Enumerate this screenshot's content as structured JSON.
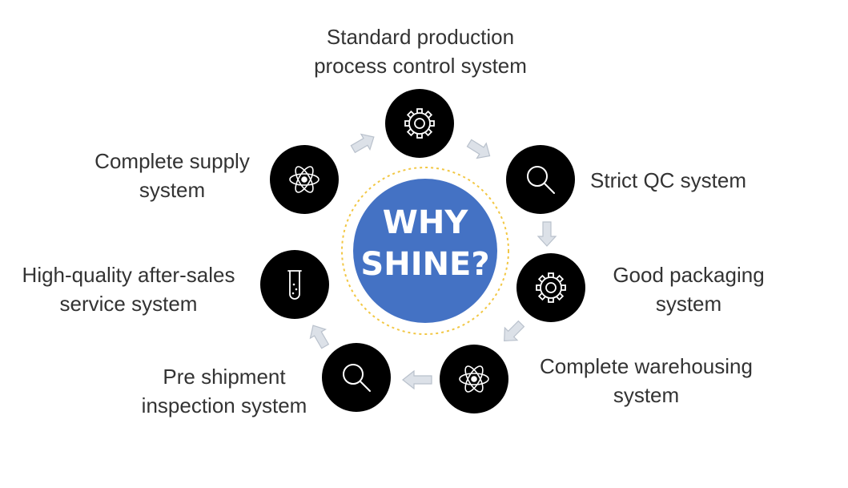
{
  "center": {
    "line1": "WHY",
    "line2": "SHINE?",
    "fill_color": "#4472C4",
    "ring_color": "#F2C744"
  },
  "colors": {
    "node_fill": "#000000",
    "icon_stroke": "#ffffff",
    "arrow_fill": "#DCE1E8",
    "arrow_stroke": "#B9C1CC",
    "label_color": "#333333"
  },
  "nodes": [
    {
      "id": "standard-production",
      "icon": "gear-icon",
      "lines": [
        "Standard production",
        "process control system"
      ]
    },
    {
      "id": "strict-qc",
      "icon": "magnifier-icon",
      "lines": [
        "Strict QC system"
      ]
    },
    {
      "id": "good-packaging",
      "icon": "gear-icon",
      "lines": [
        "Good packaging",
        "system"
      ]
    },
    {
      "id": "complete-warehousing",
      "icon": "atom-icon",
      "lines": [
        "Complete warehousing",
        "system"
      ]
    },
    {
      "id": "pre-shipment-inspection",
      "icon": "magnifier-icon",
      "lines": [
        "Pre shipment",
        "inspection system"
      ]
    },
    {
      "id": "after-sales-service",
      "icon": "test-tube-icon",
      "lines": [
        "High-quality after-sales",
        "service system"
      ]
    },
    {
      "id": "complete-supply",
      "icon": "atom-icon",
      "lines": [
        "Complete supply",
        "system"
      ]
    }
  ]
}
